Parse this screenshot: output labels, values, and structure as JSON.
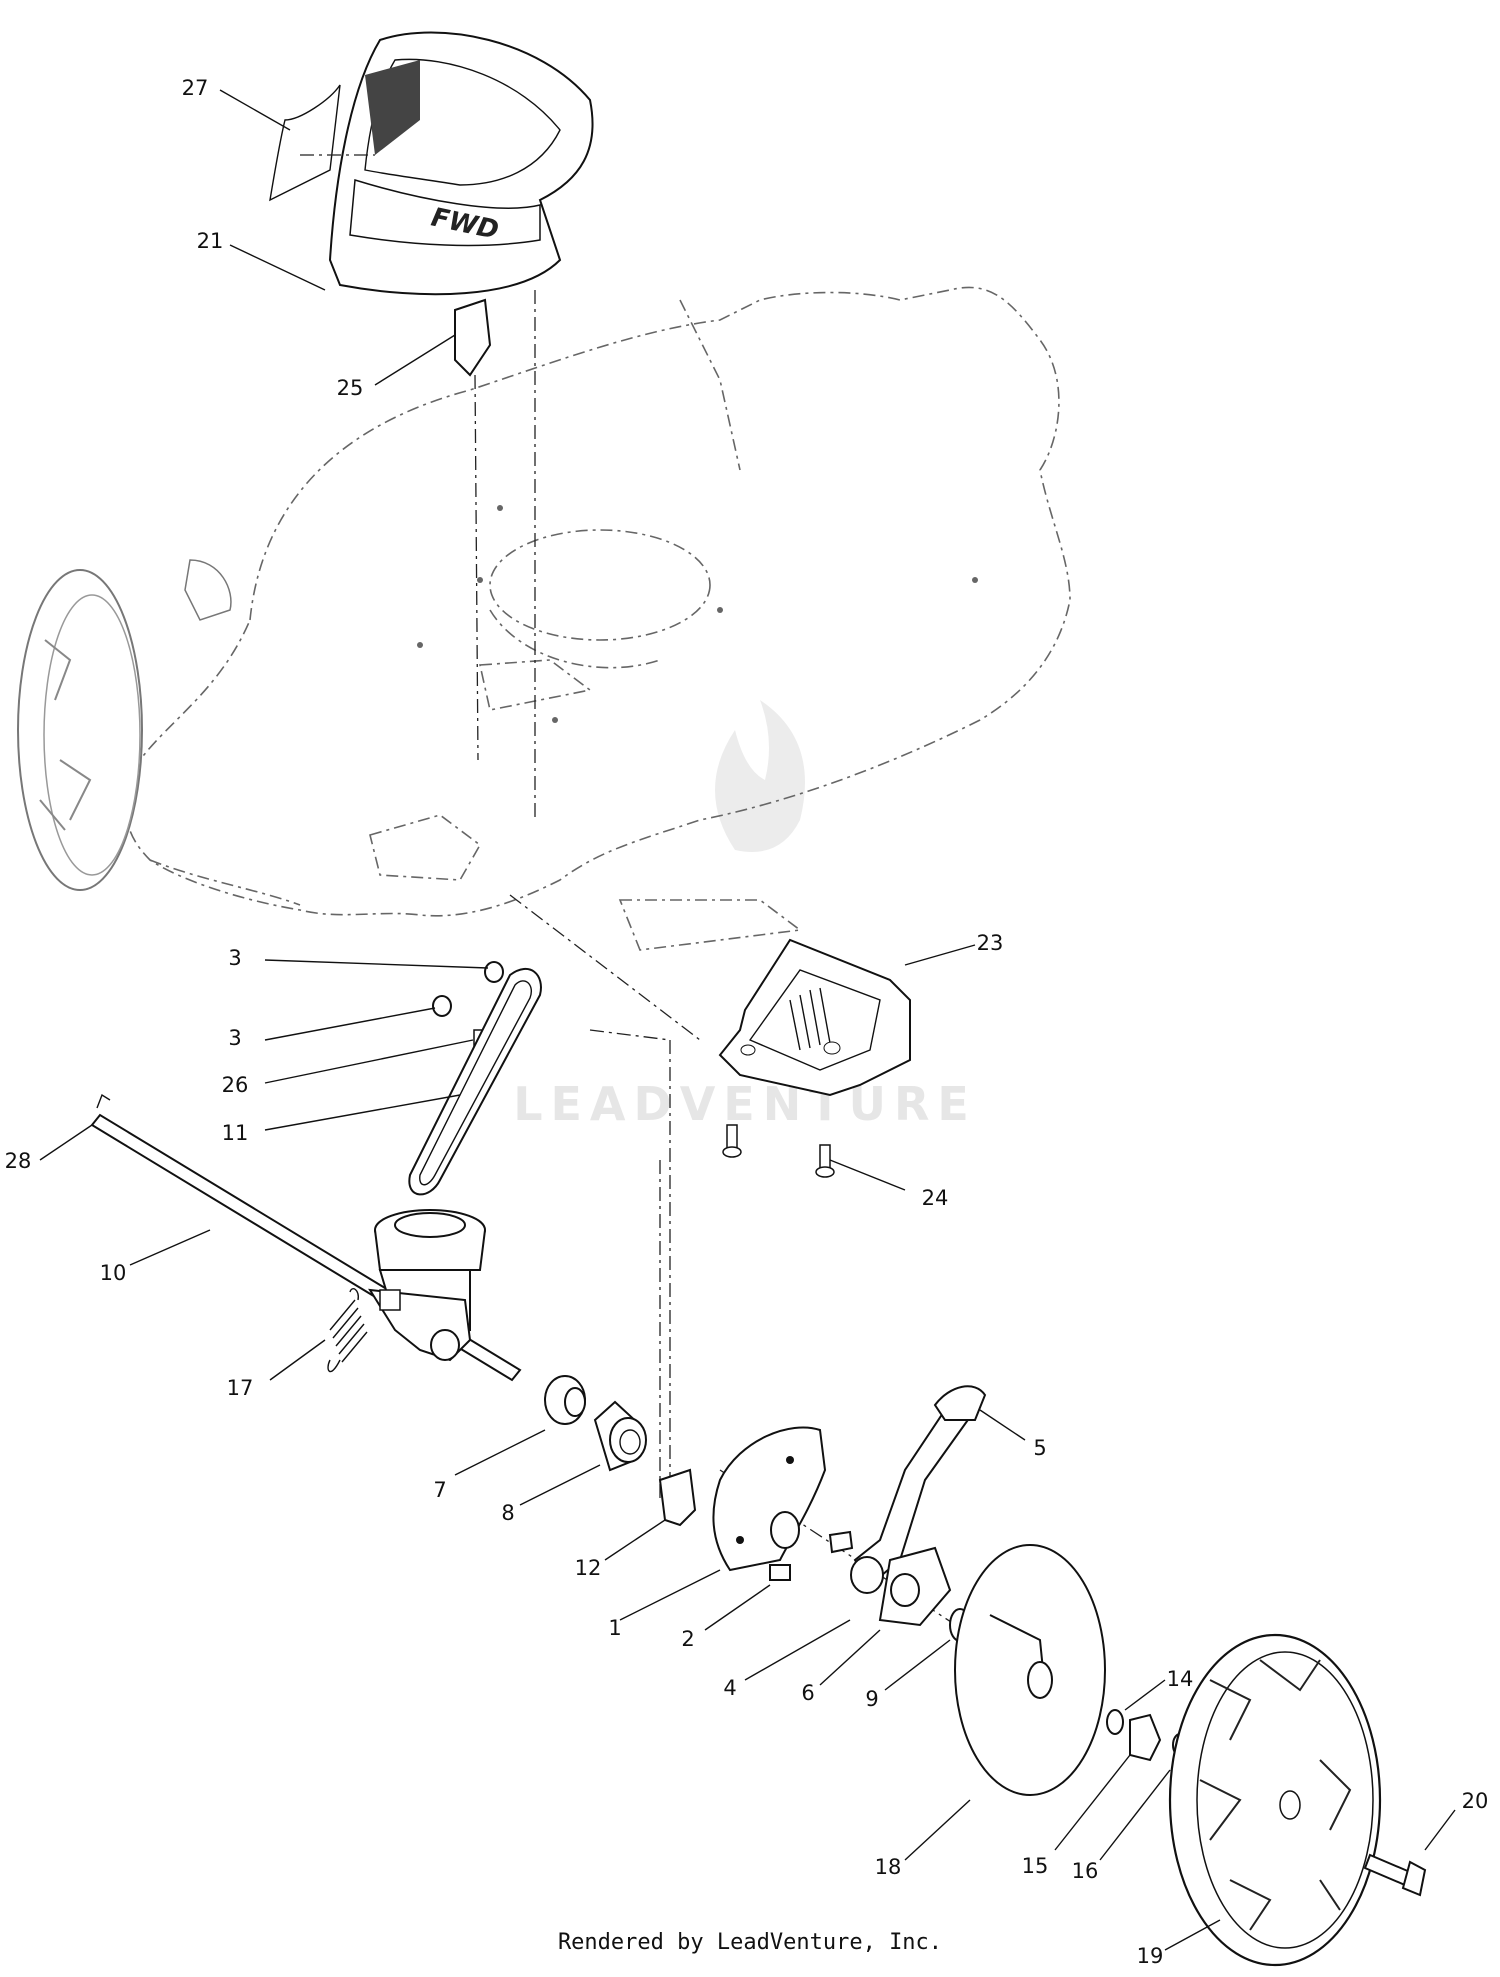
{
  "watermark": "LEADVENTURE",
  "footer": "Rendered by LeadVenture, Inc.",
  "decal_text": "FWD",
  "callouts": [
    {
      "id": "c27",
      "label": "27"
    },
    {
      "id": "c21",
      "label": "21"
    },
    {
      "id": "c25",
      "label": "25"
    },
    {
      "id": "c23",
      "label": "23"
    },
    {
      "id": "c3a",
      "label": "3"
    },
    {
      "id": "c3b",
      "label": "3"
    },
    {
      "id": "c26",
      "label": "26"
    },
    {
      "id": "c11",
      "label": "11"
    },
    {
      "id": "c28",
      "label": "28"
    },
    {
      "id": "c24",
      "label": "24"
    },
    {
      "id": "c10",
      "label": "10"
    },
    {
      "id": "c17",
      "label": "17"
    },
    {
      "id": "c5",
      "label": "5"
    },
    {
      "id": "c7",
      "label": "7"
    },
    {
      "id": "c8",
      "label": "8"
    },
    {
      "id": "c12",
      "label": "12"
    },
    {
      "id": "c1",
      "label": "1"
    },
    {
      "id": "c2",
      "label": "2"
    },
    {
      "id": "c4",
      "label": "4"
    },
    {
      "id": "c6",
      "label": "6"
    },
    {
      "id": "c9",
      "label": "9"
    },
    {
      "id": "c14",
      "label": "14"
    },
    {
      "id": "c18",
      "label": "18"
    },
    {
      "id": "c15",
      "label": "15"
    },
    {
      "id": "c16",
      "label": "16"
    },
    {
      "id": "c20",
      "label": "20"
    },
    {
      "id": "c19",
      "label": "19"
    }
  ]
}
